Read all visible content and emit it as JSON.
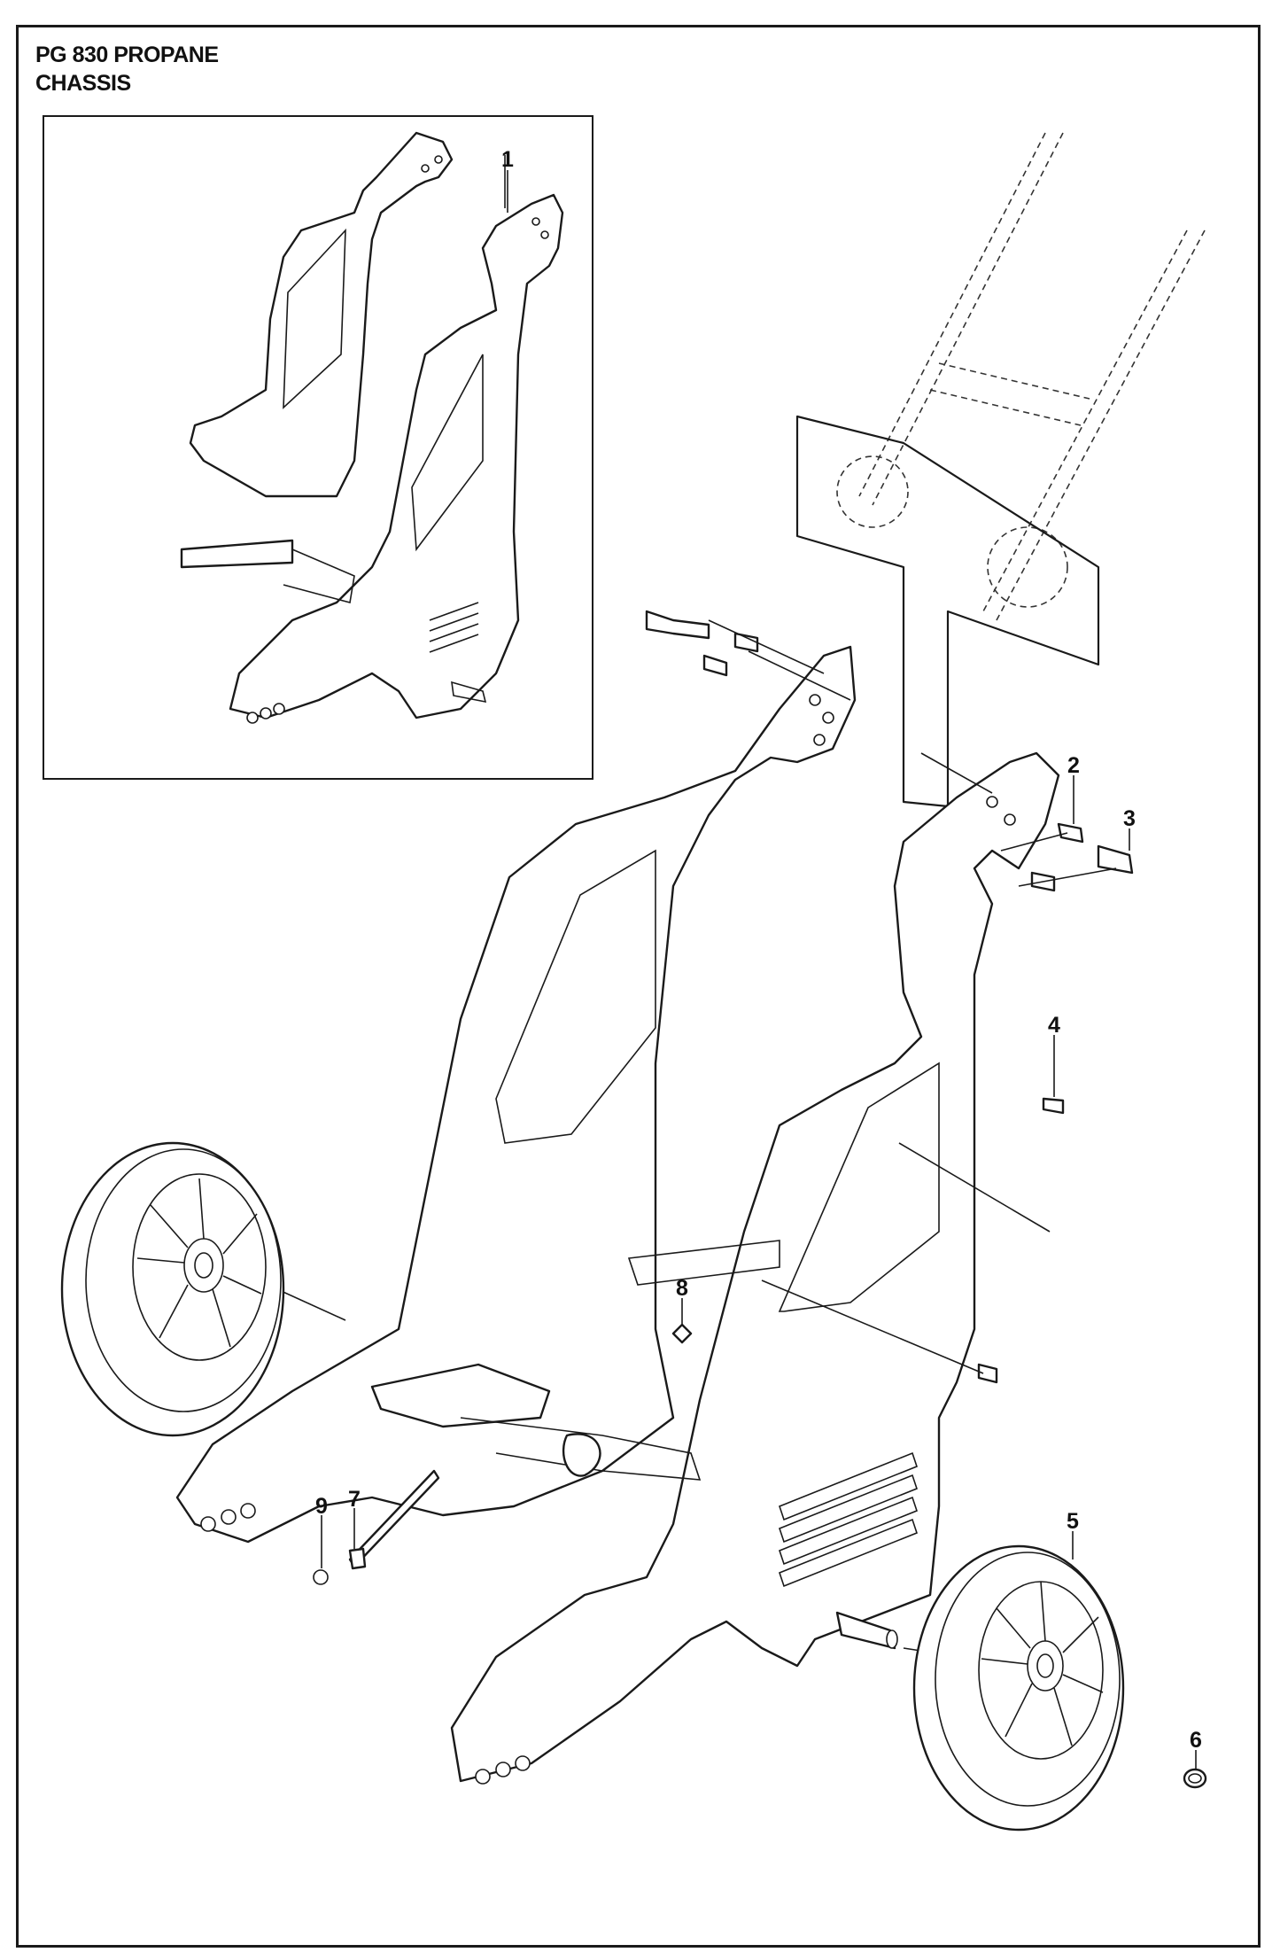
{
  "title": {
    "line1": "PG 830 PROPANE",
    "line2": "CHASSIS"
  },
  "callouts": [
    "1",
    "2",
    "3",
    "4",
    "5",
    "6",
    "7",
    "8",
    "9"
  ]
}
